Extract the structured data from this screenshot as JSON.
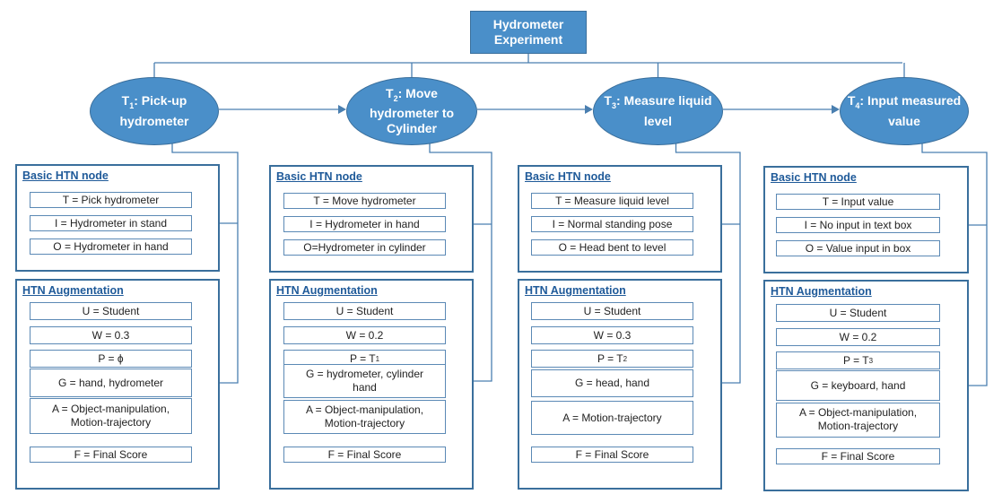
{
  "root": {
    "label": "Hydrometer\nExperiment"
  },
  "tasks": [
    {
      "name": "Pick-up\nhydrometer",
      "sub": "1",
      "prefix": "T",
      "basic": {
        "title": "Basic HTN node",
        "items": [
          "T = Pick hydrometer",
          "I = Hydrometer in stand",
          "O = Hydrometer in hand"
        ]
      },
      "aug": {
        "title": "HTN Augmentation",
        "items": [
          "U = Student",
          "W = 0.3",
          "P = ϕ",
          "G = hand, hydrometer",
          "A = Object-manipulation,\nMotion-trajectory",
          "F = Final Score"
        ]
      }
    },
    {
      "name": "Move\nhydrometer to\nCylinder",
      "sub": "2",
      "prefix": "T",
      "basic": {
        "title": "Basic HTN node",
        "items": [
          "T = Move hydrometer",
          "I = Hydrometer in hand",
          "O=Hydrometer in cylinder"
        ]
      },
      "aug": {
        "title": "HTN Augmentation",
        "items": [
          "U = Student",
          "W = 0.2",
          "P = T1",
          "G = hydrometer, cylinder\nhand",
          "A = Object-manipulation,\nMotion-trajectory",
          "F = Final Score"
        ]
      }
    },
    {
      "name": "Measure liquid\nlevel",
      "sub": "3",
      "prefix": "T",
      "basic": {
        "title": "Basic HTN node",
        "items": [
          "T = Measure liquid level",
          "I = Normal standing pose",
          "O = Head bent to level"
        ]
      },
      "aug": {
        "title": "HTN Augmentation",
        "items": [
          "U = Student",
          "W = 0.3",
          "P = T2",
          "G = head, hand",
          "A = Motion-trajectory",
          "F = Final Score"
        ]
      }
    },
    {
      "name": "Input measured\nvalue",
      "sub": "4",
      "prefix": "T",
      "basic": {
        "title": "Basic HTN node",
        "items": [
          "T = Input value",
          "I = No input in text box",
          "O = Value input in box"
        ]
      },
      "aug": {
        "title": "HTN Augmentation",
        "items": [
          "U = Student",
          "W = 0.2",
          "P = T3",
          "G = keyboard, hand",
          "A = Object-manipulation,\nMotion-trajectory",
          "F = Final Score"
        ]
      }
    }
  ],
  "colors": {
    "node_fill": "#4a8fc9",
    "border": "#3a6f9c",
    "title_text": "#1f5a99"
  }
}
